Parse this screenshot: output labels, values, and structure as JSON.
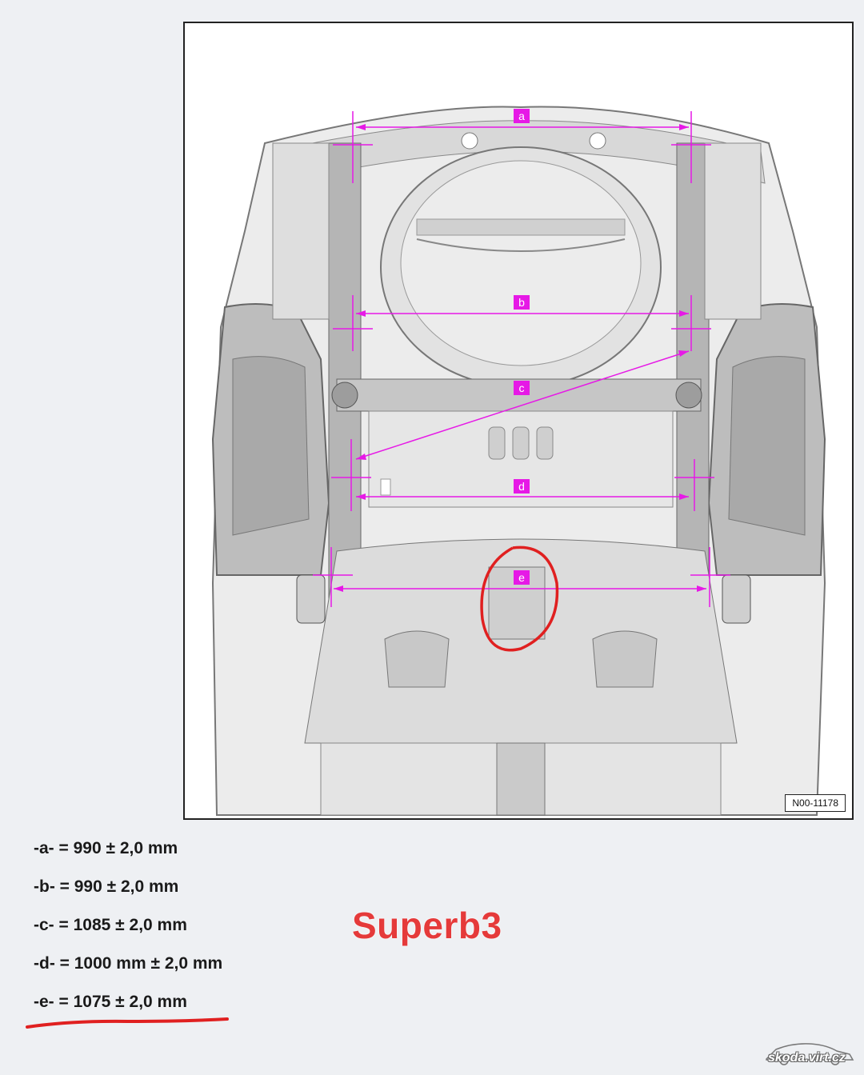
{
  "diagram": {
    "code": "N00-11178",
    "labels": [
      "a",
      "b",
      "c",
      "d",
      "e"
    ],
    "accent_color": "#e619e6",
    "highlight_color": "#e02020"
  },
  "specs": [
    "-a- = 990 ± 2,0 mm",
    "-b- = 990 ± 2,0 mm",
    "-c- = 1085 ± 2,0 mm",
    "-d- = 1000 mm ± 2,0 mm",
    "-e- = 1075 ± 2,0 mm"
  ],
  "model_label": "Superb3",
  "watermark": "skoda.virt.cz"
}
